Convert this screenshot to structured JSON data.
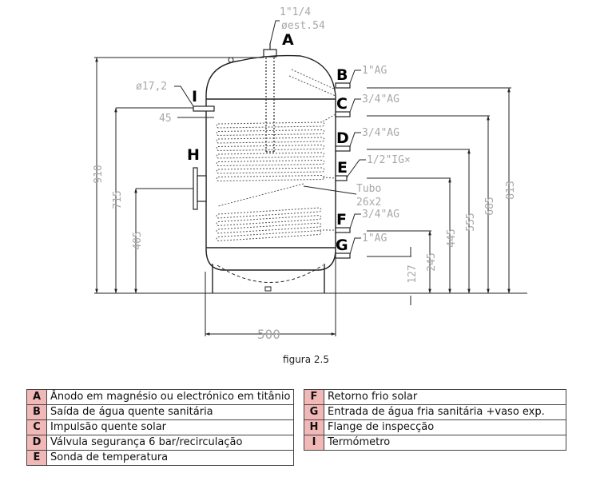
{
  "figure": {
    "caption": "figura 2.5",
    "callouts": {
      "A": {
        "letter": "A",
        "spec_line1": "1\"1/4",
        "spec_line2": "øest.54"
      },
      "B": {
        "letter": "B",
        "spec": "1\"AG"
      },
      "C": {
        "letter": "C",
        "spec": "3/4\"AG"
      },
      "D": {
        "letter": "D",
        "spec": "3/4\"AG"
      },
      "E": {
        "letter": "E",
        "spec": "1/2\"IG×"
      },
      "F": {
        "letter": "F",
        "spec": "3/4\"AG"
      },
      "G": {
        "letter": "G",
        "spec": "1\"AG"
      },
      "H": {
        "letter": "H"
      },
      "I": {
        "letter": "I",
        "spec": "ø17,2"
      }
    },
    "tube_label_line1": "Tubo",
    "tube_label_line2": "26x2",
    "dimensions": {
      "thermometer_offset": "45",
      "width": "500",
      "left": [
        "910",
        "715",
        "405"
      ],
      "right": [
        "127",
        "245",
        "445",
        "555",
        "685",
        "813"
      ]
    }
  },
  "legend": {
    "left": [
      {
        "code": "A",
        "description": "Ânodo em magnésio ou electrónico em titânio"
      },
      {
        "code": "B",
        "description": "Saída de água quente sanitária"
      },
      {
        "code": "C",
        "description": "Impulsão quente solar"
      },
      {
        "code": "D",
        "description": "Válvula segurança 6 bar/recirculação"
      },
      {
        "code": "E",
        "description": "Sonda de temperatura"
      }
    ],
    "right": [
      {
        "code": "F",
        "description": "Retorno frio solar"
      },
      {
        "code": "G",
        "description": "Entrada de água fria sanitária +vaso exp."
      },
      {
        "code": "H",
        "description": "Flange de inspecção"
      },
      {
        "code": "I",
        "description": "Termómetro"
      }
    ],
    "code_color": "#f2b8b8"
  }
}
